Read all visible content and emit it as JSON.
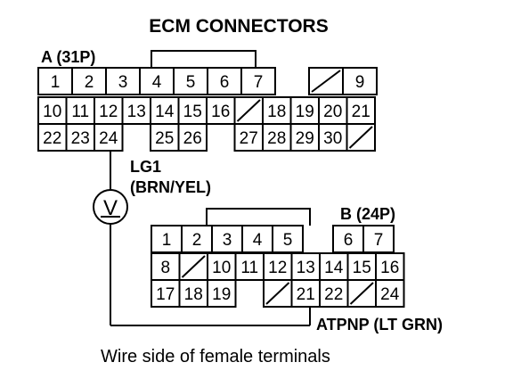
{
  "title": "ECM CONNECTORS",
  "connector_a": {
    "label": "A (31P)",
    "rows": [
      [
        "1",
        "2",
        "3",
        "4",
        "5",
        "6",
        "7",
        "",
        "/",
        "9"
      ],
      [
        "10",
        "11",
        "12",
        "13",
        "14",
        "15",
        "16",
        "/",
        "18",
        "19",
        "20",
        "21"
      ],
      [
        "22",
        "23",
        "24",
        "",
        "25",
        "26",
        "",
        "27",
        "28",
        "29",
        "30",
        "/"
      ]
    ]
  },
  "connector_b": {
    "label": "B (24P)",
    "rows": [
      [
        "1",
        "2",
        "3",
        "4",
        "5",
        "",
        "6",
        "7"
      ],
      [
        "8",
        "/",
        "10",
        "11",
        "12",
        "13",
        "14",
        "15",
        "16"
      ],
      [
        "17",
        "18",
        "19",
        "",
        "/",
        "21",
        "22",
        "/",
        "24"
      ]
    ]
  },
  "wire_lg1": {
    "name": "LG1",
    "color": "(BRN/YEL)"
  },
  "wire_atpnp": {
    "label": "ATPNP (LT GRN)"
  },
  "meter_symbol": "V",
  "caption": "Wire side of female terminals"
}
